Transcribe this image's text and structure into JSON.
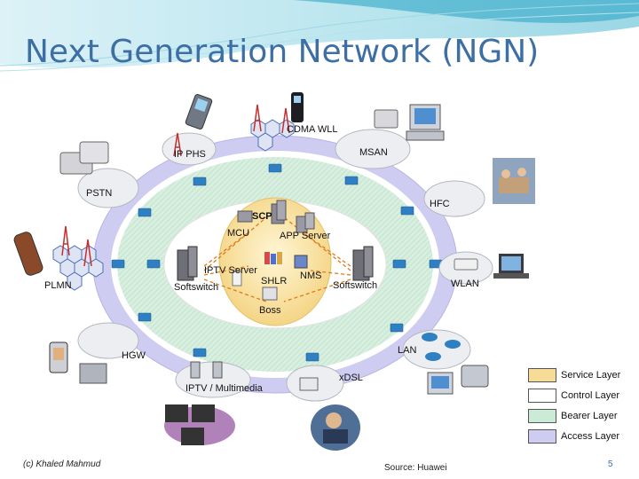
{
  "slide": {
    "title": "Next Generation Network (NGN)",
    "footer_left": "(c) Khaled Mahmud",
    "footer_source": "Source: Huawei",
    "page_number": "5"
  },
  "diagram": {
    "core": {
      "SCP": "SCP",
      "MCU": "MCU",
      "APP": "APP Server",
      "IPTVServer": "IPTV Server",
      "NMS": "NMS",
      "SHLR": "SHLR",
      "Boss": "Boss",
      "SoftswitchL": "Softswitch",
      "SoftswitchR": "Softswitch"
    },
    "access": {
      "CDMA": "CDMA WLL",
      "PHS": "IP PHS",
      "MSAN": "MSAN",
      "PSTN": "PSTN",
      "HFC": "HFC",
      "PLMN": "PLMN",
      "WLAN": "WLAN",
      "HGW": "HGW",
      "LAN": "LAN",
      "IPTVMM": "IPTV / Multimedia",
      "XDSL": "xDSL"
    }
  },
  "legend": {
    "items": [
      {
        "label": "Service Layer",
        "color": "#f7dc98"
      },
      {
        "label": "Control Layer",
        "color": "#ffffff"
      },
      {
        "label": "Bearer Layer",
        "color": "#ccebd6"
      },
      {
        "label": "Access Layer",
        "color": "#cfccf2"
      }
    ]
  },
  "colors": {
    "title": "#3d6fa5",
    "access_ring": "#cfccf2",
    "bearer_ring": "#d8efe0",
    "service_core": "#f7dc98",
    "switch_icon": "#2f7fc3"
  }
}
